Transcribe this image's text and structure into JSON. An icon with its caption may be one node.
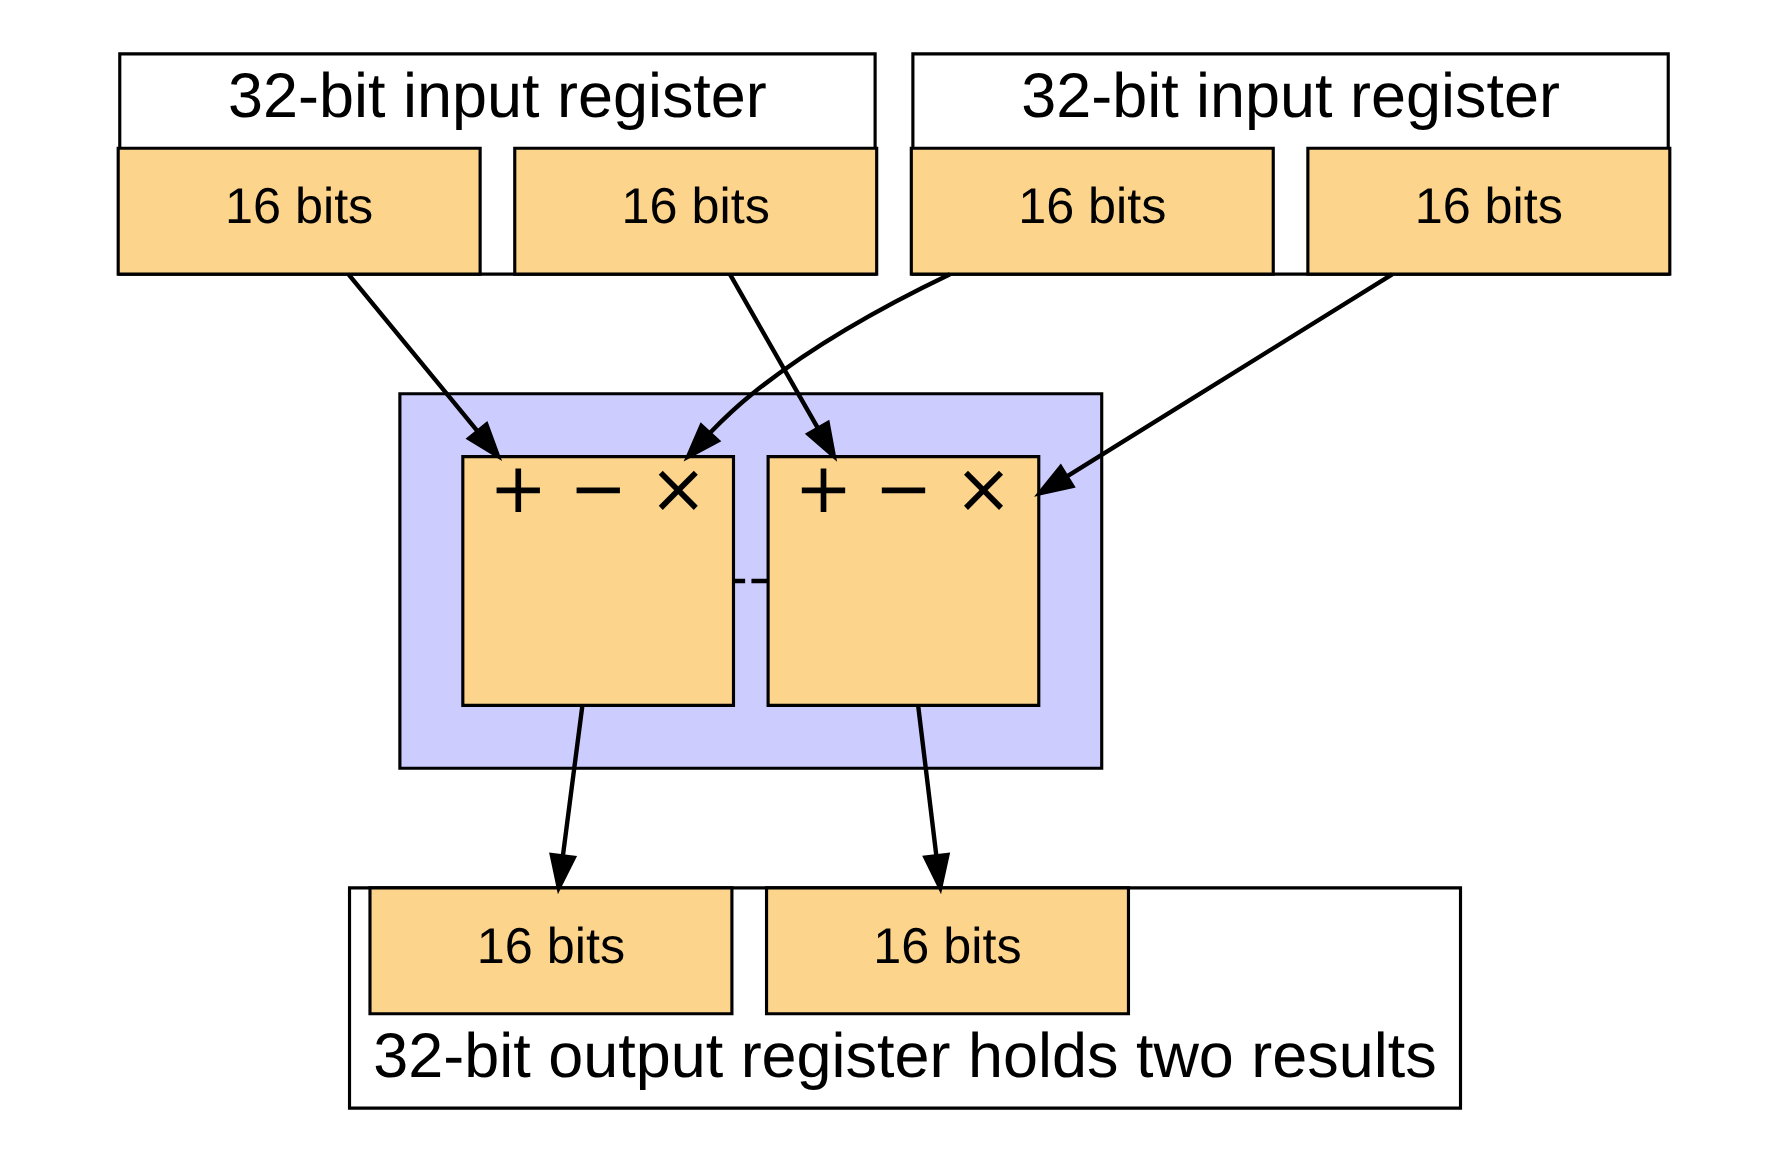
{
  "diagram": {
    "nodes": [
      {
        "text": [
          "32-bit input register"
        ]
      },
      {
        "text": [
          "16 bits"
        ],
        "in": 0
      },
      {
        "text": [
          "16 bits"
        ],
        "in": 0
      },
      {
        "text": [
          "32-bit input register"
        ]
      },
      {
        "text": [
          "16 bits"
        ],
        "in": 3
      },
      {
        "text": [
          "16 bits"
        ],
        "in": 3
      },
      {
        "text": [],
        "shape": "box"
      },
      {
        "text": [
          "+ − ×"
        ],
        "in": 6
      },
      {
        "text": [
          "+ − ×"
        ],
        "in": 6
      },
      {
        "text": [
          "32-bit output register holds two results"
        ]
      },
      {
        "text": [
          "16 bits"
        ],
        "in": 9
      },
      {
        "text": [
          "16 bits"
        ],
        "in": 9
      }
    ],
    "edges": [
      {
        "from": 1,
        "to": 7,
        "arrow": "to"
      },
      {
        "from": 2,
        "to": 8,
        "arrow": "to"
      },
      {
        "from": 4,
        "to": 7,
        "arrow": "to"
      },
      {
        "from": 5,
        "to": 8,
        "arrow": "to"
      },
      {
        "from": 7,
        "to": 8,
        "arrow": "none",
        "style": "dashed"
      },
      {
        "from": 7,
        "to": 10,
        "arrow": "to"
      },
      {
        "from": 8,
        "to": 11,
        "arrow": "to"
      }
    ]
  }
}
